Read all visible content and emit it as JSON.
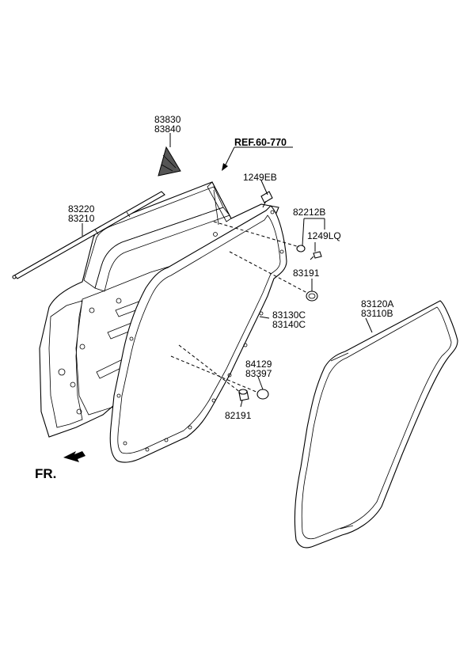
{
  "labels": {
    "p83830": "83830",
    "p83840": "83840",
    "ref": "REF.60-770",
    "p1249EB": "1249EB",
    "p83220": "83220",
    "p83210": "83210",
    "p82212B": "82212B",
    "p1249LQ": "1249LQ",
    "p83191": "83191",
    "p83130C": "83130C",
    "p83140C": "83140C",
    "p83120A": "83120A",
    "p83110B": "83110B",
    "p84129": "84129",
    "p83397": "83397",
    "p82191": "82191",
    "fr": "FR."
  }
}
